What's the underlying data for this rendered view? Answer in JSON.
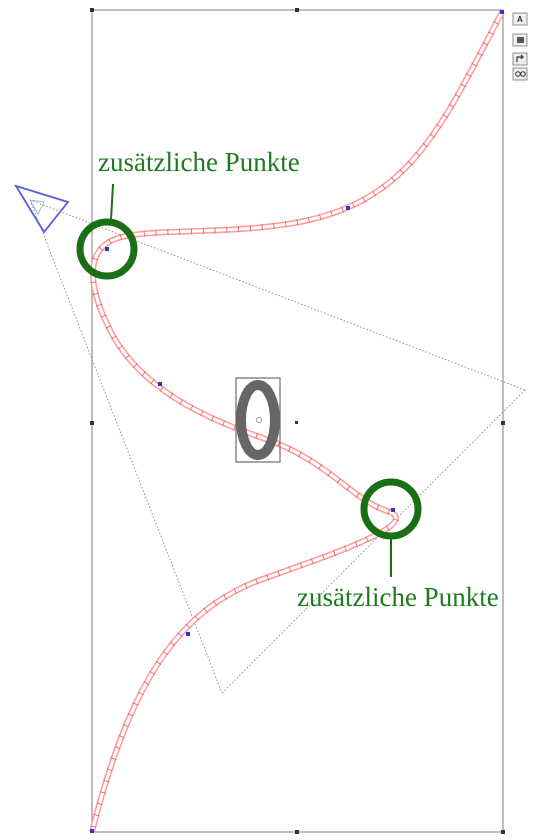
{
  "colors": {
    "frame": "#9b9b9b",
    "handle": "#333333",
    "path_outline": "#ff8f8f",
    "path_tick": "#e05a5a",
    "anchor_point": "#3333cc",
    "callout": "#1a6e14",
    "callout_text": "#1f7a1f",
    "direction_arrow": "#5560d8",
    "glyph_fill": "#666666",
    "guide_line": "#888888"
  },
  "callouts": [
    {
      "label": "zusätzliche Punkte"
    },
    {
      "label": "zusätzliche Punkte"
    }
  ],
  "center_glyph": {
    "character": "0"
  },
  "toolbar": {
    "icons": [
      "text-a-icon",
      "fill-square-icon",
      "rotate-icon",
      "link-icon"
    ],
    "text_icon_letter": "A"
  }
}
